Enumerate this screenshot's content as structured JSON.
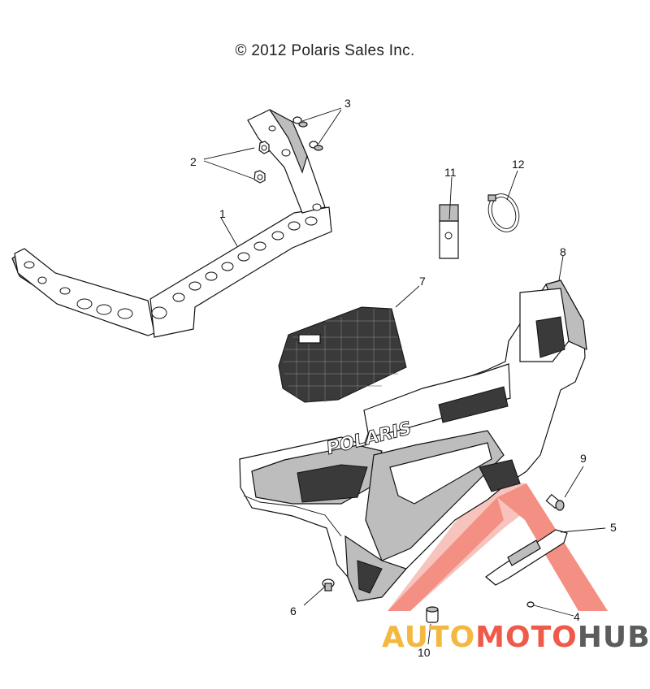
{
  "copyright": "© 2012 Polaris Sales Inc.",
  "callouts": [
    "1",
    "2",
    "3",
    "4",
    "5",
    "6",
    "7",
    "8",
    "9",
    "10",
    "11",
    "12"
  ],
  "part_marking": "POLARIS",
  "watermark": {
    "part1": "AUTO",
    "part2": "MOTO",
    "part3": "HUB"
  },
  "colors": {
    "ink": "#111111",
    "watermark_red": "#ef5a4a",
    "watermark_gold": "#f2b840",
    "watermark_gray": "#5c5c5c"
  }
}
